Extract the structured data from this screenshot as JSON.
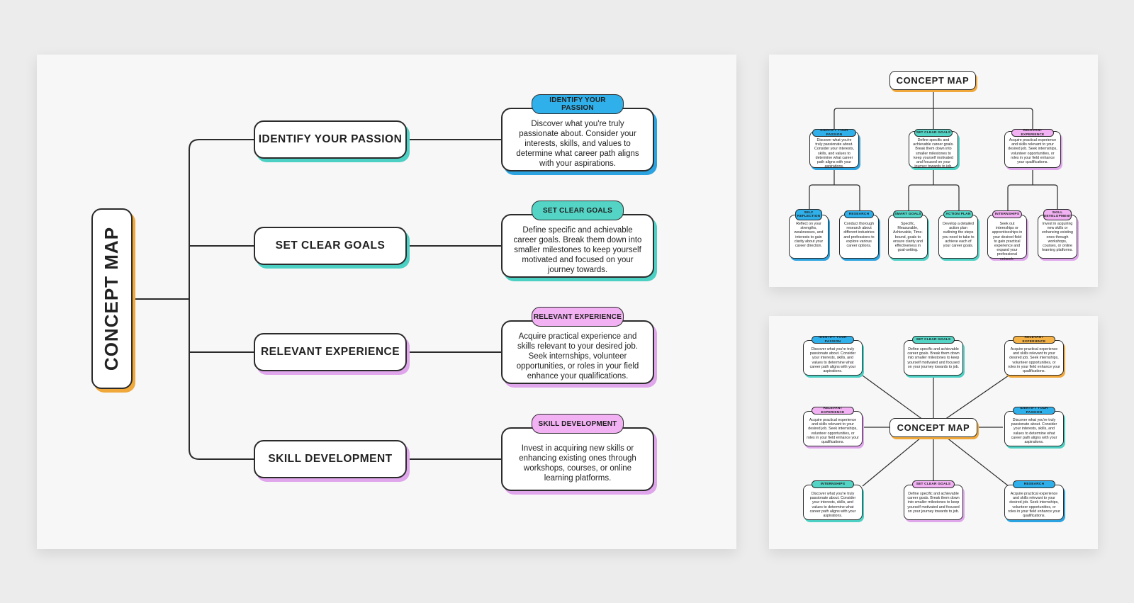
{
  "colors": {
    "blue": "#2fb0ea",
    "teal": "#53d4c5",
    "pink": "#f2b1f3",
    "orange": "#f5b347",
    "line": "#2b2b2b"
  },
  "main": {
    "root": "CONCEPT MAP",
    "rows": [
      {
        "topic": "IDENTIFY YOUR PASSION",
        "tag": "IDENTIFY YOUR PASSION",
        "desc": "Discover what you're truly passionate about. Consider your interests, skills, and values to determine what career path aligns with your aspirations."
      },
      {
        "topic": "SET CLEAR GOALS",
        "tag": "SET CLEAR GOALS",
        "desc": "Define specific and achievable career goals. Break them down into smaller milestones to keep yourself motivated and focused on your journey towards."
      },
      {
        "topic": "RELEVANT EXPERIENCE",
        "tag": "RELEVANT EXPERIENCE",
        "desc": "Acquire practical experience and skills relevant to your desired job. Seek internships, volunteer opportunities, or roles in your field enhance your qualifications."
      },
      {
        "topic": "SKILL DEVELOPMENT",
        "tag": "SKILL DEVELOPMENT",
        "desc": "Invest in acquiring new skills or enhancing existing ones through workshops, courses, or online learning platforms."
      }
    ]
  },
  "tree": {
    "title": "CONCEPT MAP",
    "level1": [
      {
        "tag": "IDENTIFY YOUR PASSION",
        "desc": "Discover what you're truly passionate about. Consider your interests, skills, and values to determine what career path aligns with your aspirations."
      },
      {
        "tag": "SET CLEAR GOALS",
        "desc": "Define specific and achievable career goals. Break them down into smaller milestones to keep yourself motivated and focused on your journey towards to job."
      },
      {
        "tag": "RELEVANT EXPERIENCE",
        "desc": "Acquire practical experience and skills relevant to your desired job. Seek internships, volunteer opportunities, or roles in your field enhance your qualifications."
      }
    ],
    "level2": [
      {
        "tag": "SELF REFLECTION",
        "desc": "Reflect on your strengths, weaknesses, and interests to gain clarity about your career direction."
      },
      {
        "tag": "RESEARCH",
        "desc": "Conduct thorough research about different industries and professions to explore various career options."
      },
      {
        "tag": "SMART GOALS",
        "desc": "Specific, Measurable, Achievable, Time-bound, goals to ensure clarity and effectiveness in goal-setting."
      },
      {
        "tag": "ACTION PLAN",
        "desc": "Develop a detailed action plan outlining the steps you need to take to achieve each of your career goals."
      },
      {
        "tag": "INTERNSHIPS",
        "desc": "Seek out internships or apprenticeships in your desired field to gain practical experience and expand your professional network."
      },
      {
        "tag": "SKILL DEVELOPMENT",
        "desc": "Invest in acquiring new skills or enhancing existing ones through workshops, courses, or online learning platforms."
      }
    ]
  },
  "radial": {
    "title": "CONCEPT MAP",
    "nodes": [
      {
        "tag": "IDENTIFY YOUR PASSION",
        "desc": "Discover what you're truly passionate about. Consider your interests, skills, and values to determine what career path aligns with your aspirations."
      },
      {
        "tag": "SET CLEAR GOALS",
        "desc": "Define specific and achievable career goals. Break them down into smaller milestones to keep yourself motivated and focused on your journey towards to job."
      },
      {
        "tag": "RELEVANT EXPERIENCE",
        "desc": "Acquire practical experience and skills relevant to your desired job. Seek internships, volunteer opportunities, or roles in your field enhance your qualifications."
      },
      {
        "tag": "RELEVANT EXPERIENCE",
        "desc": "Acquire practical experience and skills relevant to your desired job. Seek internships, volunteer opportunities, or roles in your field enhance your qualifications."
      },
      {
        "tag": "IDENTIFY YOUR PASSION",
        "desc": "Discover what you're truly passionate about. Consider your interests, skills, and values to determine what career path aligns with your aspirations."
      },
      {
        "tag": "INTERNSHIPS",
        "desc": "Discover what you're truly passionate about. Consider your interests, skills, and values to determine what career path aligns with your aspirations."
      },
      {
        "tag": "SET CLEAR GOALS",
        "desc": "Define specific and achievable career goals. Break them down into smaller milestones to keep yourself motivated and focused on your journey towards to job."
      },
      {
        "tag": "RESEARCH",
        "desc": "Acquire practical experience and skills relevant to your desired job. Seek internships, volunteer opportunities, or roles in your field enhance your qualifications."
      }
    ]
  }
}
